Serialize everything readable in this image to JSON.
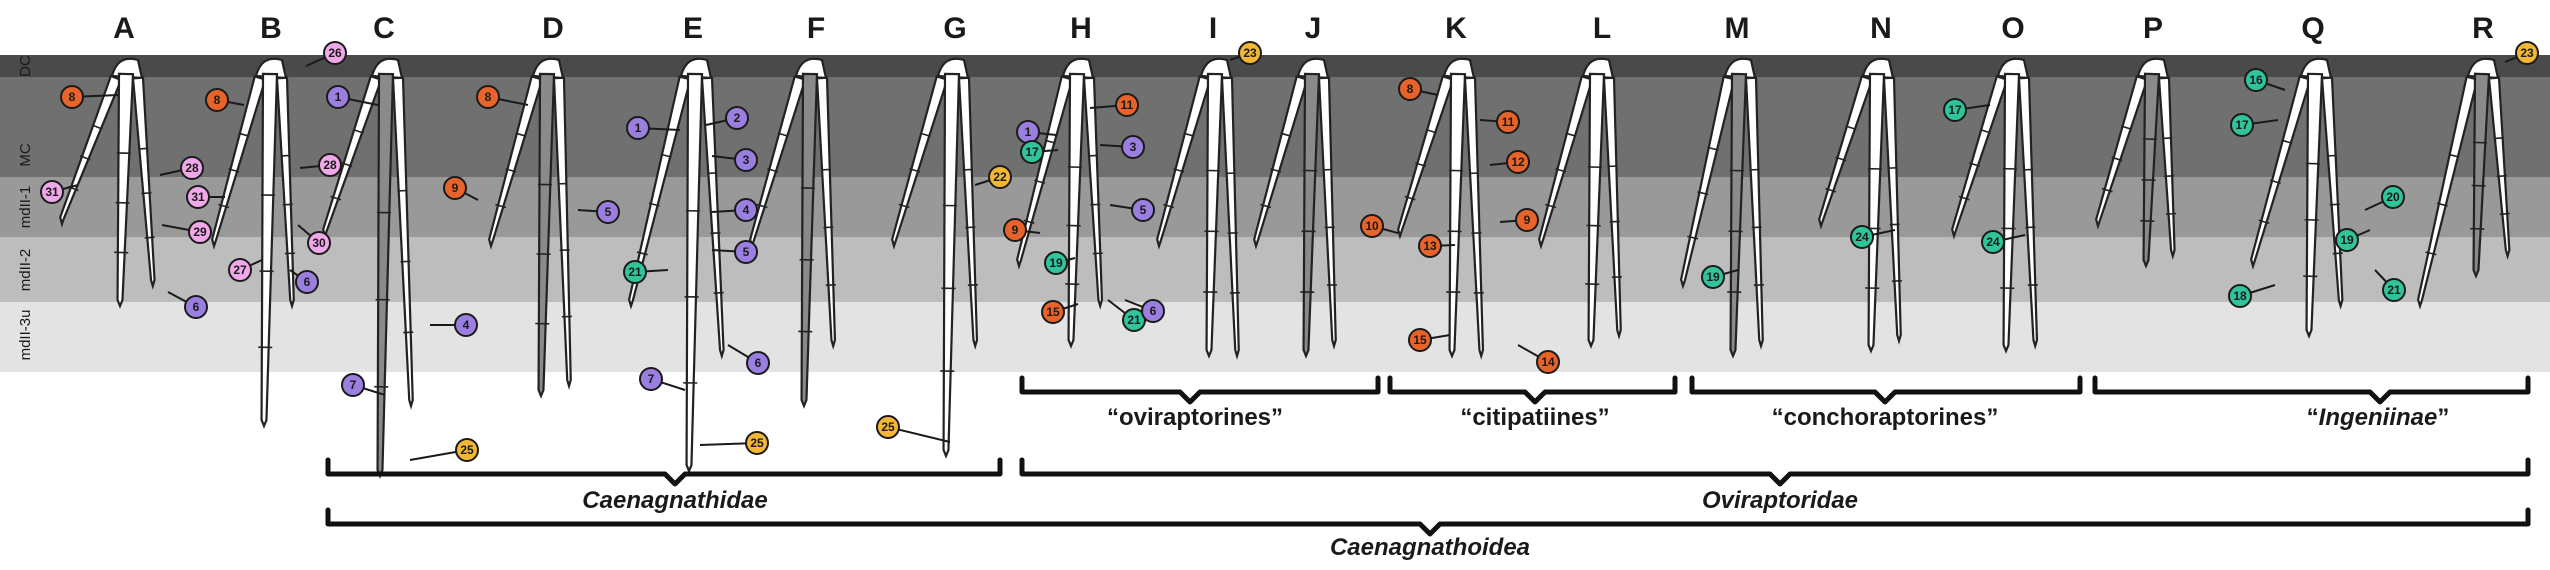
{
  "bands": [
    {
      "label": "DC",
      "color": "#4a4a4a"
    },
    {
      "label": "MC",
      "color": "#707070"
    },
    {
      "label": "mdII-1",
      "color": "#999999"
    },
    {
      "label": "mdII-2",
      "color": "#bdbdbd"
    },
    {
      "label": "mdII-3u",
      "color": "#e3e3e3"
    }
  ],
  "specimens": [
    "A",
    "B",
    "C",
    "D",
    "E",
    "F",
    "G",
    "H",
    "I",
    "J",
    "K",
    "L",
    "M",
    "N",
    "O",
    "P",
    "Q",
    "R"
  ],
  "clades": {
    "oviraptorines": "“oviraptorines”",
    "citipatiines": "“citipatiines”",
    "conchoraptorines": "“conchoraptorines”",
    "ingeniinae_open": "“",
    "ingeniinae_name": "Ingeniinae",
    "ingeniinae_close": "”",
    "caenagnathidae": "Caenagnathidae",
    "oviraptoridae": "Oviraptoridae",
    "caenagnathoidea": "Caenagnathoidea"
  },
  "marker_colors": {
    "orange": "#e8632a",
    "purple": "#9b7fe0",
    "pink": "#f0a8e8",
    "teal": "#2fc49a",
    "gold": "#f2b733"
  },
  "markers": [
    {
      "n": "8",
      "color": "orange",
      "specimen": "A"
    },
    {
      "n": "31",
      "color": "pink",
      "specimen": "A"
    },
    {
      "n": "28",
      "color": "pink",
      "specimen": "A"
    },
    {
      "n": "29",
      "color": "pink",
      "specimen": "A"
    },
    {
      "n": "6",
      "color": "purple",
      "specimen": "A"
    },
    {
      "n": "26",
      "color": "pink",
      "specimen": "B"
    },
    {
      "n": "8",
      "color": "orange",
      "specimen": "B"
    },
    {
      "n": "28",
      "color": "pink",
      "specimen": "B"
    },
    {
      "n": "31",
      "color": "pink",
      "specimen": "B"
    },
    {
      "n": "30",
      "color": "pink",
      "specimen": "B"
    },
    {
      "n": "27",
      "color": "pink",
      "specimen": "B"
    },
    {
      "n": "6",
      "color": "purple",
      "specimen": "B"
    },
    {
      "n": "1",
      "color": "purple",
      "specimen": "C"
    },
    {
      "n": "4",
      "color": "purple",
      "specimen": "C"
    },
    {
      "n": "7",
      "color": "purple",
      "specimen": "C"
    },
    {
      "n": "25",
      "color": "gold",
      "specimen": "C"
    },
    {
      "n": "8",
      "color": "orange",
      "specimen": "D"
    },
    {
      "n": "9",
      "color": "orange",
      "specimen": "D"
    },
    {
      "n": "5",
      "color": "purple",
      "specimen": "D"
    },
    {
      "n": "1",
      "color": "purple",
      "specimen": "E"
    },
    {
      "n": "2",
      "color": "purple",
      "specimen": "E"
    },
    {
      "n": "3",
      "color": "purple",
      "specimen": "E"
    },
    {
      "n": "4",
      "color": "purple",
      "specimen": "E"
    },
    {
      "n": "5",
      "color": "purple",
      "specimen": "E"
    },
    {
      "n": "21",
      "color": "teal",
      "specimen": "E"
    },
    {
      "n": "7",
      "color": "purple",
      "specimen": "E"
    },
    {
      "n": "6",
      "color": "purple",
      "specimen": "E"
    },
    {
      "n": "25",
      "color": "gold",
      "specimen": "E"
    },
    {
      "n": "22",
      "color": "gold",
      "specimen": "G"
    },
    {
      "n": "25",
      "color": "gold",
      "specimen": "G"
    },
    {
      "n": "11",
      "color": "orange",
      "specimen": "H"
    },
    {
      "n": "1",
      "color": "purple",
      "specimen": "H"
    },
    {
      "n": "17",
      "color": "teal",
      "specimen": "H"
    },
    {
      "n": "3",
      "color": "purple",
      "specimen": "H"
    },
    {
      "n": "5",
      "color": "purple",
      "specimen": "H"
    },
    {
      "n": "9",
      "color": "orange",
      "specimen": "H"
    },
    {
      "n": "19",
      "color": "teal",
      "specimen": "H"
    },
    {
      "n": "15",
      "color": "orange",
      "specimen": "H"
    },
    {
      "n": "21",
      "color": "teal",
      "specimen": "H"
    },
    {
      "n": "6",
      "color": "purple",
      "specimen": "H"
    },
    {
      "n": "23",
      "color": "gold",
      "specimen": "I"
    },
    {
      "n": "8",
      "color": "orange",
      "specimen": "K"
    },
    {
      "n": "11",
      "color": "orange",
      "specimen": "K"
    },
    {
      "n": "12",
      "color": "orange",
      "specimen": "K"
    },
    {
      "n": "9",
      "color": "orange",
      "specimen": "K"
    },
    {
      "n": "10",
      "color": "orange",
      "specimen": "K"
    },
    {
      "n": "13",
      "color": "orange",
      "specimen": "K"
    },
    {
      "n": "15",
      "color": "orange",
      "specimen": "K"
    },
    {
      "n": "14",
      "color": "orange",
      "specimen": "K"
    },
    {
      "n": "19",
      "color": "teal",
      "specimen": "M"
    },
    {
      "n": "24",
      "color": "teal",
      "specimen": "N"
    },
    {
      "n": "17",
      "color": "teal",
      "specimen": "O"
    },
    {
      "n": "24",
      "color": "teal",
      "specimen": "O"
    },
    {
      "n": "16",
      "color": "teal",
      "specimen": "Q"
    },
    {
      "n": "17",
      "color": "teal",
      "specimen": "Q"
    },
    {
      "n": "20",
      "color": "teal",
      "specimen": "Q"
    },
    {
      "n": "19",
      "color": "teal",
      "specimen": "Q"
    },
    {
      "n": "21",
      "color": "teal",
      "specimen": "Q"
    },
    {
      "n": "18",
      "color": "teal",
      "specimen": "Q"
    },
    {
      "n": "23",
      "color": "gold",
      "specimen": "R"
    }
  ]
}
